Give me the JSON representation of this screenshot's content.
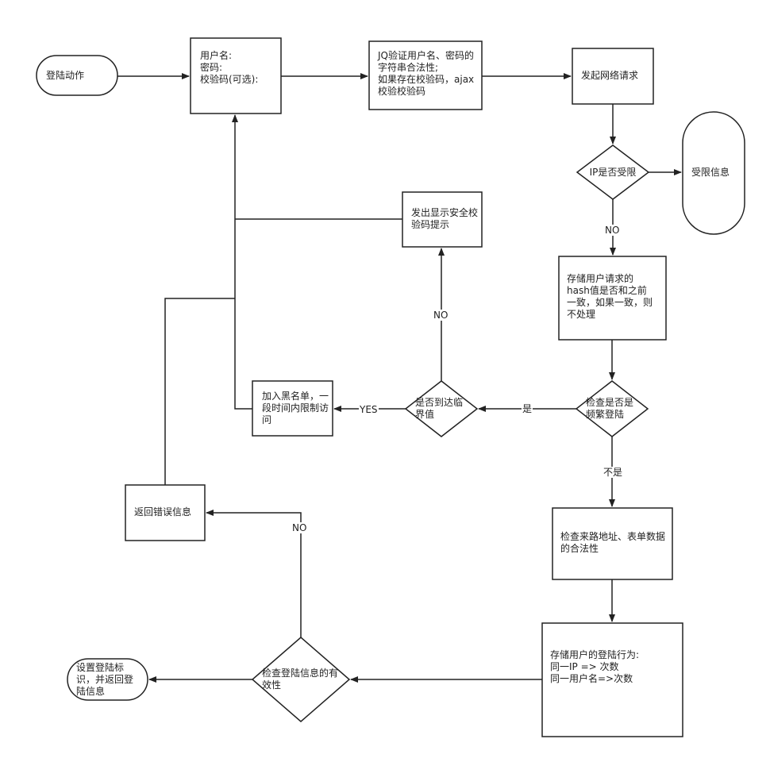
{
  "nodes": {
    "login_action": "登陆动作",
    "input_fields": "用户名:\n密码:\n校验码(可选):",
    "jq_validate": "JQ验证用户名、密码的字符串合法性;\n如果存在校验码，ajax校验校验码",
    "send_request": "发起网络请求",
    "ip_restricted": "IP是否受限",
    "restricted_info": "受限信息",
    "store_hash": "存储用户请求的hash值是否和之前一致，如果一致，则不处理",
    "show_captcha": "发出显示安全校验码提示",
    "check_frequent": "检查是否是频繁登陆",
    "reach_threshold": "是否到达临界值",
    "blacklist": "加入黑名单，一段时间内限制访问",
    "check_source": "检查来路地址、表单数据的合法性",
    "store_behavior": "存储用户的登陆行为:\n同一IP => 次数\n同一用户名=>次数",
    "check_valid": "检查登陆信息的有效性",
    "return_error": "返回错误信息",
    "set_flag": "设置登陆标识，并返回登陆信息"
  },
  "edge_labels": {
    "ip_no": "NO",
    "threshold_no": "NO",
    "threshold_yes": "YES",
    "frequent_yes": "是",
    "frequent_no": "不是",
    "valid_no": "NO"
  }
}
